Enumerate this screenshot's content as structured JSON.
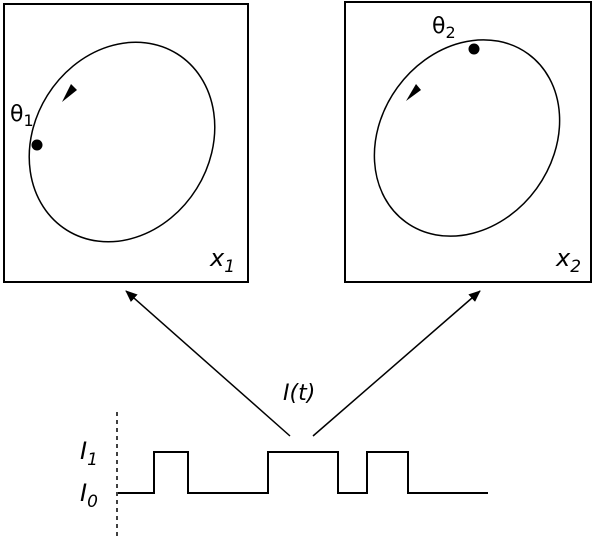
{
  "oscillator1": {
    "phase_symbol": "θ",
    "phase_index": "1",
    "variable": "x",
    "variable_index": "1"
  },
  "oscillator2": {
    "phase_symbol": "θ",
    "phase_index": "2",
    "variable": "x",
    "variable_index": "2"
  },
  "input": {
    "label": "I(t)",
    "level_high": "I",
    "level_high_index": "1",
    "level_low": "I",
    "level_low_index": "0"
  },
  "colors": {
    "ink": "#000000",
    "background": "#ffffff"
  }
}
